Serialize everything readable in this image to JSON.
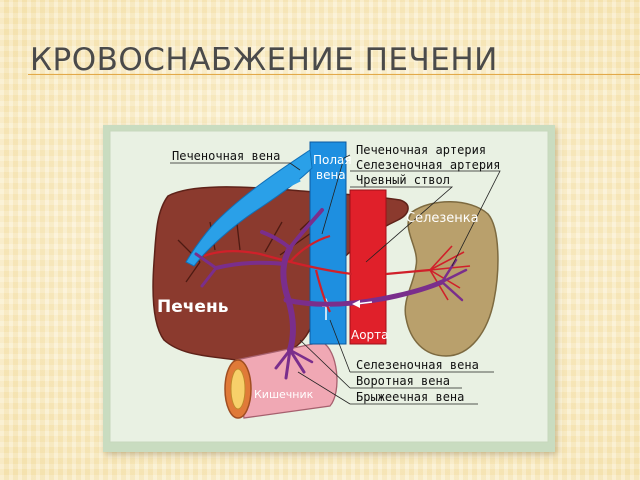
{
  "slide": {
    "title": "КРОВОСНАБЖЕНИЕ ПЕЧЕНИ"
  },
  "diagram": {
    "organs": {
      "liver": "Печень",
      "spleen": "Селезенка",
      "intestine": "Кишечник",
      "vena_cava_line1": "Полая",
      "vena_cava_line2": "вена",
      "aorta": "Аорта"
    },
    "labels_top": {
      "hepatic_vein": "Печеночная вена",
      "hepatic_artery": "Печеночная артерия",
      "splenic_artery": "Селезеночная артерия",
      "celiac_trunk": "Чревный ствол"
    },
    "labels_bottom": {
      "splenic_vein": "Селезеночная вена",
      "portal_vein": "Воротная вена",
      "mesenteric_vein": "Брыжеечная вена"
    },
    "colors": {
      "liver": "#8b3a2e",
      "spleen": "#b9a06c",
      "intestine": "#f0a8b4",
      "vena_cava": "#1e8fe0",
      "aorta": "#e0202a",
      "portal_system": "#7a2e8c",
      "background": "#c9dcc0"
    }
  }
}
